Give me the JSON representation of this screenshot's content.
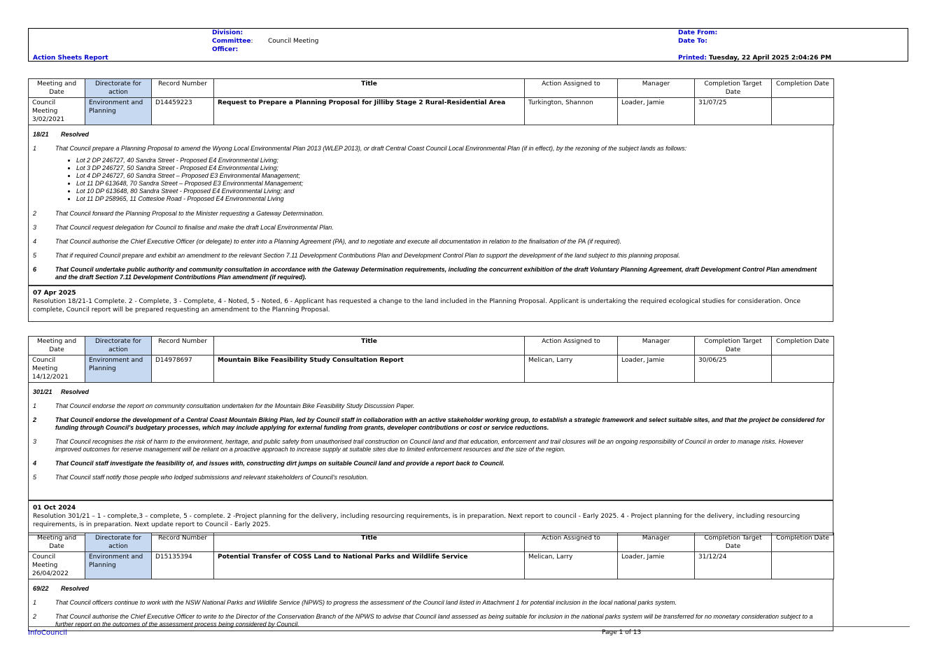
{
  "header": {
    "report_name": "Action Sheets Report",
    "division_label": "Division:",
    "committee_label": "Committee",
    "committee_colon": ":",
    "committee_value": "Council Meeting",
    "officer_label": "Officer:",
    "date_from_label": "Date From:",
    "date_to_label": "Date To:",
    "printed_label": "Printed:",
    "printed_value": "Tuesday, 22 April 2025   2:04:26 PM"
  },
  "columns": [
    "Meeting and Date",
    "Directorate for action",
    "Record Number",
    "Title",
    "Action Assigned to",
    "Manager",
    "Completion Target Date",
    "Completion Date"
  ],
  "actions": [
    {
      "meeting": "Council Meeting 3/02/2021",
      "directorate": "Environment and Planning",
      "record": "D14459223",
      "title": "Request to Prepare a Planning Proposal for Jilliby Stage 2 Rural-Residential Area",
      "assigned": "Turkington, Shannon",
      "manager": "Loader, Jamie",
      "target": "31/07/25",
      "completion": "",
      "res_no": "18/21",
      "res_word": "Resolved",
      "items": [
        {
          "n": "1",
          "t": "That Council prepare a Planning Proposal to amend the Wyong Local Environmental Plan 2013 (WLEP 2013), or draft Central Coast Council Local Environmental Plan (if in effect), by the rezoning of the subject lands as follows:"
        },
        {
          "n": "2",
          "t": "That Council forward the Planning Proposal to the Minister requesting a Gateway Determination."
        },
        {
          "n": "3",
          "t": "That Council request delegation for Council to finalise and make the draft Local Environmental Plan."
        },
        {
          "n": "4",
          "t": "That Council authorise the Chief Executive Officer (or delegate) to enter into a Planning Agreement (PA), and to negotiate and execute all documentation in relation to the finalisation of the PA (if required)."
        },
        {
          "n": "5",
          "t": "That if required Council prepare and exhibit an amendment to the relevant Section 7.11 Development Contributions Plan and Development Control Plan to support the development of the land subject to this planning proposal."
        },
        {
          "n": "6",
          "t": "That Council undertake public authority and community consultation in accordance with the Gateway Determination requirements, including the concurrent exhibition of the draft Voluntary Planning Agreement, draft Development Control Plan amendment and the draft Section 7.11 Development Contributions Plan amendment (if required)."
        }
      ],
      "lots": [
        "Lot 2 DP 246727, 40 Sandra Street - Proposed E4 Environmental Living;",
        "Lot 3 DP 246727, 50 Sandra Street - Proposed E4 Environmental Living;",
        "Lot 4 DP 246727, 60 Sandra Street – Proposed E3 Environmental Management;",
        "Lot 11 DP 613648, 70 Sandra Street – Proposed E3 Environmental Management;",
        "Lot 10 DP 613648, 80 Sandra Street - Proposed E4 Environmental Living; and",
        "Lot 11 DP 258965, 11 Cottesloe Road - Proposed E4 Environmental Living"
      ],
      "update_date": "07 Apr 2025",
      "update_text": "Resolution 18/21-1 Complete. 2 - Complete, 3 - Complete, 4 - Noted, 5 - Noted, 6 - Applicant has requested a change to the land included in the Planning Proposal. Applicant is undertaking the required ecological studies for consideration. Once complete, Council report will be prepared requesting an amendment to the Planning Proposal."
    },
    {
      "meeting": "Council Meeting 14/12/2021",
      "directorate": "Environment and Planning",
      "record": "D14978697",
      "title": "Mountain Bike Feasibility Study Consultation Report",
      "assigned": "Melican, Larry",
      "manager": "Loader, Jamie",
      "target": "30/06/25",
      "completion": "",
      "res_no": "301/21",
      "res_word": "Resolved",
      "items": [
        {
          "n": "1",
          "t": "That Council endorse the report on community consultation undertaken for the Mountain Bike Feasibility Study Discussion Paper."
        },
        {
          "n": "2",
          "t": "That Council endorse the development of a Central Coast Mountain Biking Plan, led by Council staff in collaboration with an active stakeholder working group, to establish a strategic framework and select suitable sites, and that the project be considered for funding through Council's budgetary processes, which may include applying for external funding from grants, developer contributions or cost or service reductions."
        },
        {
          "n": "3",
          "t": "That Council recognises the risk of harm to the environment, heritage, and public safety from unauthorised trail construction on Council land and that education, enforcement and trail closures will be an ongoing responsibility of Council in order to manage risks. However improved outcomes for reserve management will be reliant on a proactive approach to increase supply at suitable sites due to limited enforcement resources and the size of the region."
        },
        {
          "n": "4",
          "t": "That Council staff investigate the feasibility of, and issues with, constructing dirt jumps on suitable Council land and provide a report back to Council."
        },
        {
          "n": "5",
          "t": "That Council staff notify those people who lodged submissions and relevant stakeholders of Council's resolution."
        }
      ],
      "update_date": "01 Oct 2024",
      "update_text": "Resolution 301/21 – 1 - complete,3 – complete, 5 - complete. 2 -Project planning for the delivery, including resourcing requirements, is in preparation. Next report to council - Early 2025. 4 - Project planning for the delivery, including resourcing requirements, is in preparation. Next update report to Council - Early 2025."
    },
    {
      "meeting": "Council Meeting 26/04/2022",
      "directorate": "Environment and Planning",
      "record": "D15135394",
      "title": "Potential Transfer of COSS Land to National Parks and Wildlife Service",
      "assigned": "Melican, Larry",
      "manager": "Loader, Jamie",
      "target": "31/12/24",
      "completion": "",
      "res_no": "69/22",
      "res_word": "Resolved",
      "items": [
        {
          "n": "1",
          "t": "That Council officers continue to work with the NSW National Parks and Wildlife Service (NPWS) to progress the assessment of the Council land listed in Attachment 1 for potential inclusion in the local national parks system."
        },
        {
          "n": "2",
          "t": "That Council authorise the Chief Executive Officer to write to the Director of the Conservation Branch of the NPWS to advise that Council land assessed as being suitable for inclusion in the national parks system will be transferred for no monetary consideration subject to a further report on the outcomes of the assessment process being considered by Council."
        }
      ]
    }
  ],
  "footer": {
    "app": "InfoCouncil",
    "page": "Page 1 of 13"
  }
}
